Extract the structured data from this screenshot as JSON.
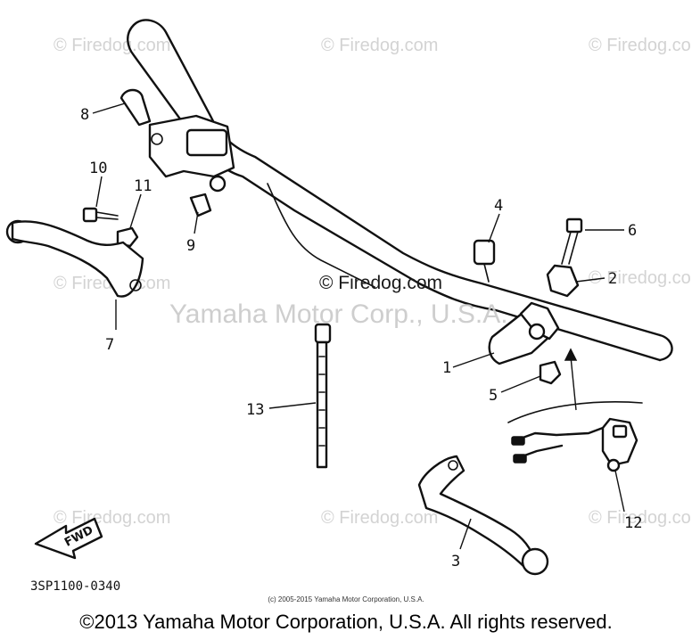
{
  "watermarks": {
    "firedog": "© Firedog.com",
    "center_firedog": "© Firedog.com",
    "center_yamaha": "Yamaha Motor Corp., U.S.A."
  },
  "callouts": {
    "c1": "1",
    "c2": "2",
    "c3": "3",
    "c4": "4",
    "c5": "5",
    "c6": "6",
    "c7": "7",
    "c8": "8",
    "c9": "9",
    "c10": "10",
    "c11": "11",
    "c12": "12",
    "c13": "13"
  },
  "fwd_label": "FWD",
  "part_code": "3SP1100-0340",
  "copyright_small": "(c) 2005-2015 Yamaha Motor Corporation, U.S.A.",
  "copyright_main": "©2013 Yamaha Motor Corporation, U.S.A. All rights reserved."
}
